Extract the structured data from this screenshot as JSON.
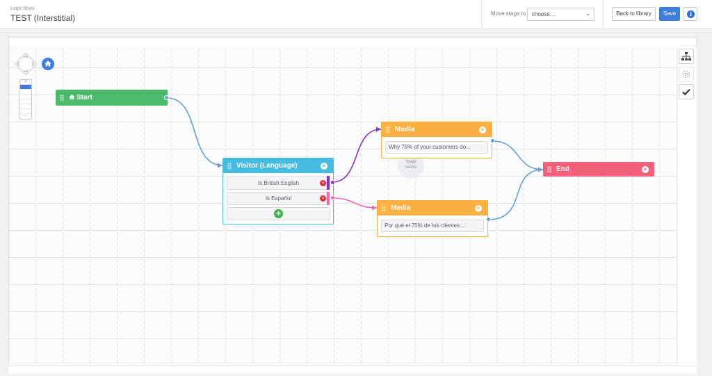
{
  "header": {
    "breadcrumb": "Logic flows",
    "title": "TEST (Interstitial)",
    "move_stage_label": "Move stage to",
    "move_stage_value": "choose...",
    "back_label": "Back to library",
    "save_label": "Save",
    "info_icon": "i"
  },
  "canvas": {
    "stage_centre_line1": "Stage",
    "stage_centre_line2": "centre",
    "zoom_plus": "+",
    "zoom_minus": "-"
  },
  "nodes": {
    "start": {
      "label": "Start",
      "color": "#4cba6b"
    },
    "visitor": {
      "label": "Visitor (Language)",
      "color": "#45bce0",
      "conditions": [
        "Is British English",
        "Is Español"
      ]
    },
    "media_top": {
      "label": "Media",
      "field": "Why 75% of your customers do...",
      "color": "#fbb040"
    },
    "media_bottom": {
      "label": "Media",
      "field": "Por qué el 75% de tus clientes ...",
      "color": "#fbb040"
    },
    "end": {
      "label": "End",
      "color": "#f2607a"
    }
  },
  "colors": {
    "connector_blue": "#6a9fd0",
    "connector_purple": "#8e2fc4",
    "connector_pink": "#f06ab8",
    "remove_red": "#e0313f",
    "add_green": "#3fb34f"
  },
  "icons": {
    "home": "home-icon",
    "tree": "hierarchy-icon",
    "gear": "gear-icon",
    "check": "check-icon",
    "close": "close-circle-icon",
    "add": "add-circle-icon"
  }
}
